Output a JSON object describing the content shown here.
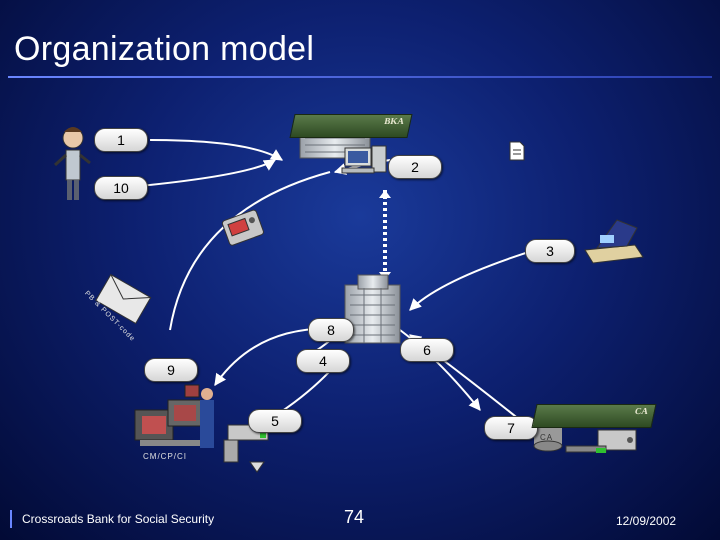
{
  "slide": {
    "title": "Organization model"
  },
  "labels": {
    "n1": "1",
    "n2": "2",
    "n3": "3",
    "n4": "4",
    "n5": "5",
    "n6": "6",
    "n7": "7",
    "n8": "8",
    "n9": "9",
    "n10": "10"
  },
  "bars": {
    "bka": "BKA",
    "ca": "CA"
  },
  "captions": {
    "cm_cp_ci": "CM/CP/CI",
    "ca_disk": "CA",
    "envelope": "PB & POST-code"
  },
  "footer": {
    "org": "Crossroads Bank for Social Security",
    "page": "74",
    "date": "12/09/2002"
  },
  "icons": [
    "person-icon",
    "office-building-icon",
    "computer-workstation-icon",
    "document-icon",
    "smart-card-reader-icon",
    "scanner-icon",
    "envelope-icon",
    "bank-tower-icon",
    "call-center-icon",
    "printer-icon",
    "database-icon",
    "server-icon"
  ]
}
